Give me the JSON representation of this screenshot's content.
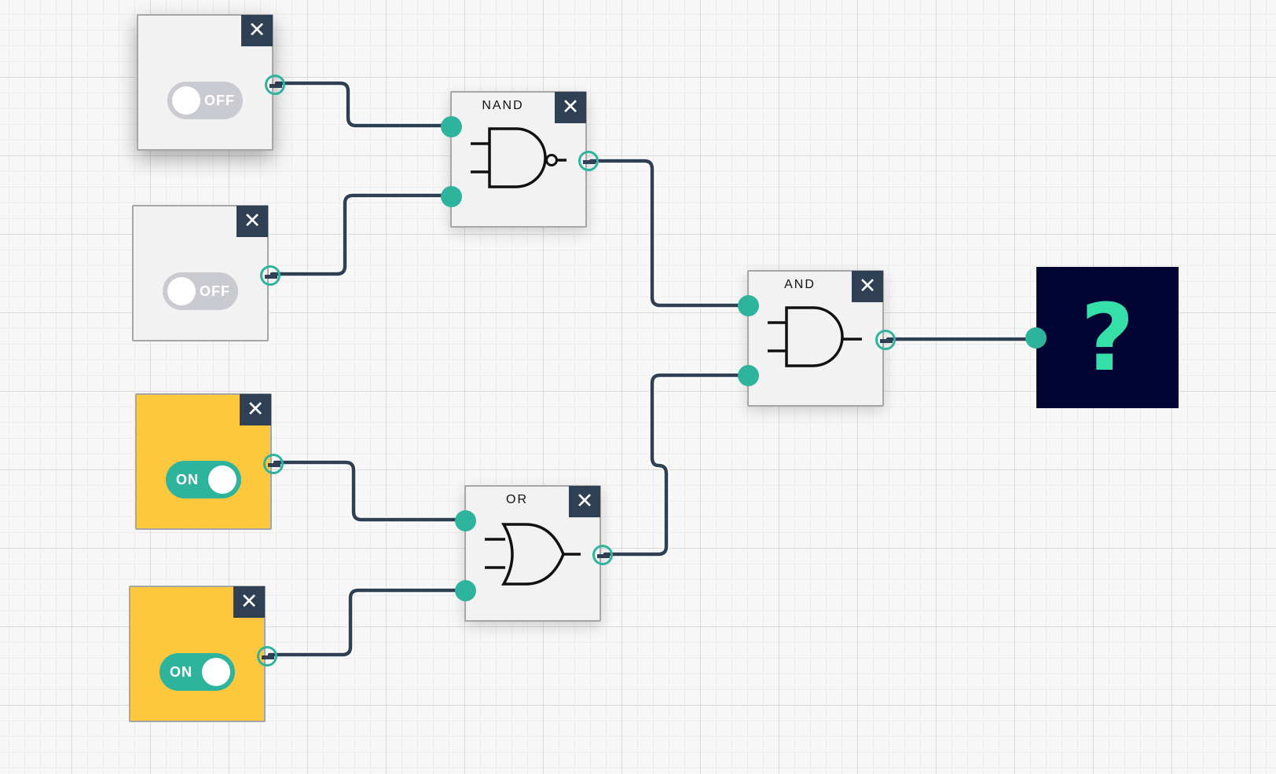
{
  "canvas": {
    "grid_color": "#dadada",
    "background_color": "#f7f7f7",
    "wire_color": "#2f4054",
    "port_color": "#2eb49c"
  },
  "close_icon": "✕",
  "switches": [
    {
      "id": "switch-1",
      "state": "OFF",
      "color": "#f2f2f2"
    },
    {
      "id": "switch-2",
      "state": "OFF",
      "color": "#f2f2f2"
    },
    {
      "id": "switch-3",
      "state": "ON",
      "color": "#fec83e"
    },
    {
      "id": "switch-4",
      "state": "ON",
      "color": "#fec83e"
    }
  ],
  "gates": {
    "nand": {
      "label": "NAND",
      "icon": "nand-gate-symbol"
    },
    "and": {
      "label": "AND",
      "icon": "and-gate-symbol"
    },
    "or": {
      "label": "OR",
      "icon": "or-gate-symbol"
    }
  },
  "output": {
    "label": "?",
    "background": "#020433",
    "text_color": "#35e0a8"
  },
  "connections": [
    {
      "from": "switch-1",
      "to": "nand.input-1"
    },
    {
      "from": "switch-2",
      "to": "nand.input-2"
    },
    {
      "from": "switch-3",
      "to": "or.input-1"
    },
    {
      "from": "switch-4",
      "to": "or.input-2"
    },
    {
      "from": "nand.output",
      "to": "and.input-1"
    },
    {
      "from": "or.output",
      "to": "and.input-2"
    },
    {
      "from": "and.output",
      "to": "output"
    }
  ]
}
